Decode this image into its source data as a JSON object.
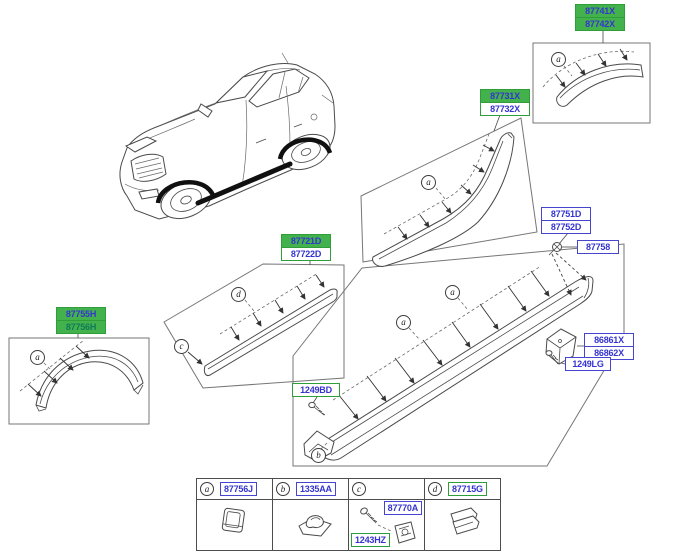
{
  "title": "Body side moulding parts diagram",
  "colors": {
    "link_blue": "#3434d0",
    "highlight_green": "#44b24c",
    "green_border": "#2d9e3a",
    "blue_border": "#4545cf",
    "line_art": "#4a4a4a"
  },
  "diagram": {
    "labels": {
      "rear_wheel_arch_garnish": {
        "r1": "87741X",
        "r2": "87742X"
      },
      "quarter_side_garnish": {
        "r1": "87731X",
        "r2": "87732X"
      },
      "door_side_moulding": {
        "r1": "87721D",
        "r2": "87722D"
      },
      "front_wheel_arch_garnish": {
        "r1": "87755H",
        "r2": "87756H"
      },
      "side_sill_moulding": {
        "r1": "87751D",
        "r2": "87752D"
      },
      "grommet": "87758",
      "side_sill_cover": {
        "r1": "86861X",
        "r2": "86862X"
      },
      "screw_lg": "1249LG",
      "screw_bd": "1249BD"
    },
    "markers": {
      "a": "a",
      "b": "b",
      "c": "c",
      "d": "d"
    }
  },
  "table": {
    "columns": [
      {
        "marker": "a",
        "parts": [
          {
            "no": "87756J",
            "style": "blue"
          }
        ]
      },
      {
        "marker": "b",
        "parts": [
          {
            "no": "1335AA",
            "style": "blue"
          }
        ]
      },
      {
        "marker": "c",
        "parts": [
          {
            "no": "87770A",
            "style": "blue"
          },
          {
            "no": "1243HZ",
            "style": "green"
          }
        ]
      },
      {
        "marker": "d",
        "parts": [
          {
            "no": "87715G",
            "style": "green"
          }
        ]
      }
    ]
  }
}
